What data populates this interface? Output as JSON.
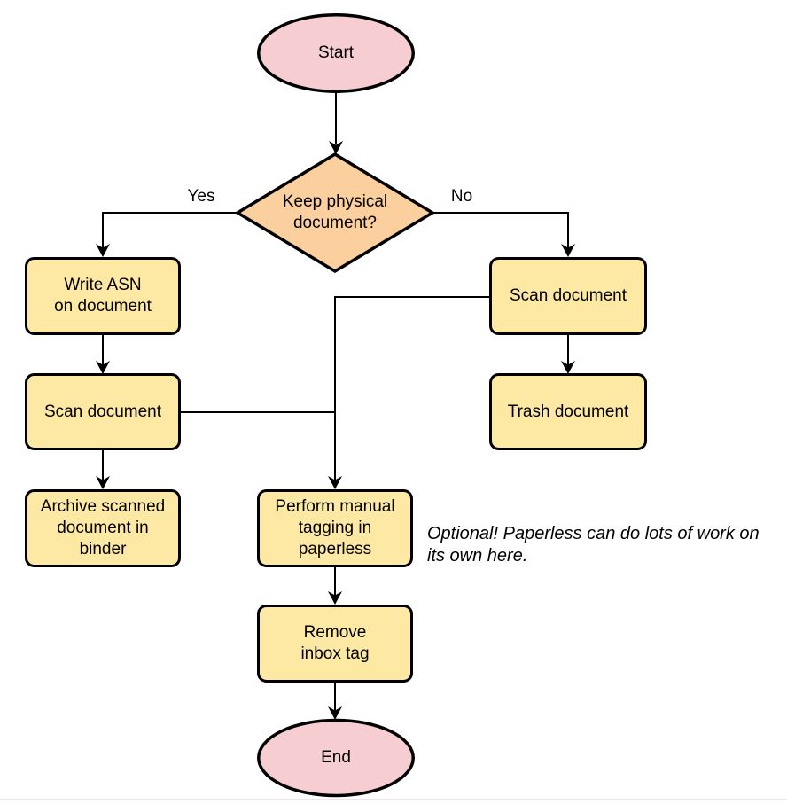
{
  "colors": {
    "terminal_fill": "#f6cdd0",
    "decision_fill": "#fccf9e",
    "process_fill": "#fde9a3",
    "stroke": "#000000",
    "background": "#ffffff",
    "footer_line": "#f2e4e4"
  },
  "nodes": {
    "start": {
      "label": "Start",
      "type": "terminal"
    },
    "decision": {
      "label": "Keep physical\ndocument?",
      "type": "decision"
    },
    "write_asn": {
      "label": "Write ASN\non document",
      "type": "process"
    },
    "scan_left": {
      "label": "Scan document",
      "type": "process"
    },
    "archive": {
      "label": "Archive scanned\ndocument in\nbinder",
      "type": "process"
    },
    "scan_right": {
      "label": "Scan document",
      "type": "process"
    },
    "trash": {
      "label": "Trash document",
      "type": "process"
    },
    "perform_tagging": {
      "label": "Perform manual\ntagging in\npaperless",
      "type": "process"
    },
    "remove_inbox": {
      "label": "Remove\ninbox tag",
      "type": "process"
    },
    "end": {
      "label": "End",
      "type": "terminal"
    }
  },
  "edge_labels": {
    "yes": "Yes",
    "no": "No"
  },
  "note": {
    "text": "Optional! Paperless can do lots of work on\nits own here."
  }
}
